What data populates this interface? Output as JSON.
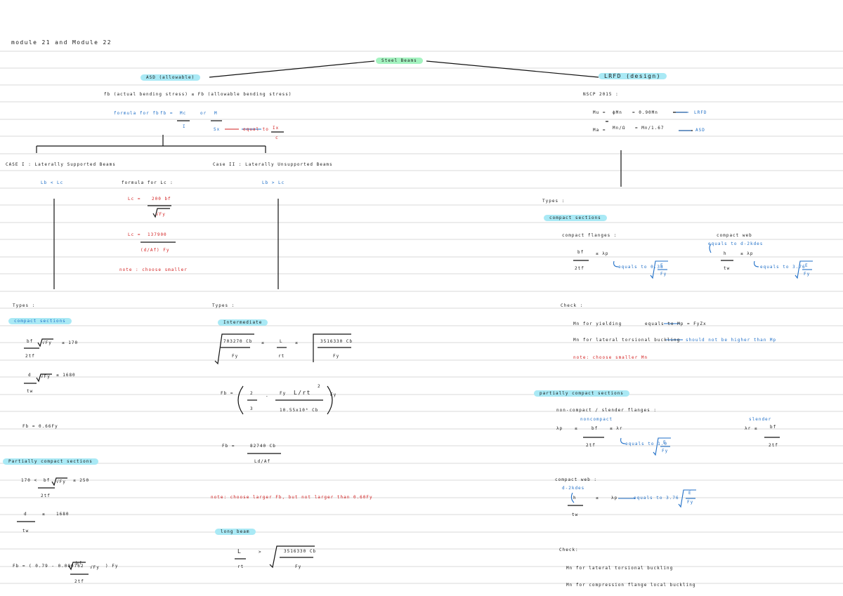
{
  "header": {
    "title": "module 21 and Module 22"
  },
  "center": {
    "topic": "Steel Beams"
  },
  "asd": {
    "label": "ASD (allowable)",
    "fb_def": "fb (actual bending stress) ≤ Fb (allowable bending stress)",
    "formula_label": "formula for fb",
    "fb": "fb =",
    "mc": "Mc",
    "i": "I",
    "or": "or",
    "m": "M",
    "sx": "Sx",
    "equals_to": "equal to",
    "ix": "Ix",
    "c": "c",
    "case1": "CASE I : Laterally Supported Beams",
    "case2": "Case II : Laterally Unsupported Beams",
    "lb_lc": "Lb < Lc",
    "lb_gt_lc": "Lb > Lc",
    "formula_lc": "formula for Lc :",
    "lc1_lhs": "Lc =",
    "lc1_num": "200 bf",
    "lc1_den": "√Fy",
    "lc2_lhs": "Lc =",
    "lc2_num": "137900",
    "lc2_den": "(d/Af) Fy",
    "note_smaller": "note : choose smaller",
    "types": "Types :",
    "compact_sections": "compact sections",
    "c1_num": "bf",
    "c1_mid": "√Fy",
    "c1_rel": "≤ 170",
    "c1_den": "2tf",
    "c2_num": "d",
    "c2_mid": "√Fy",
    "c2_rel": "≤ 1680",
    "c2_den": "tw",
    "fb_066": "Fb = 0.66Fy",
    "partially_compact": "Partially compact sections",
    "p1_lhs": "170 <",
    "p1_num": "bf",
    "p1_mid": "√Fy",
    "p1_rel": "≤ 250",
    "p1_den": "2tf",
    "p2_num": "d",
    "p2_rel": "≤",
    "p2_val": "1680",
    "p2_den": "tw",
    "fb_partial": "Fb = ( 0.79 - 0.000762",
    "fb_partial_bf": "bf",
    "fb_partial_fy": "√Fy",
    "fb_partial_end": ") Fy",
    "fb_partial_den": "2tf",
    "types2": "Types :",
    "intermediate": "Intermediate",
    "int_a_num": "703270 Cb",
    "int_a_den": "Fy",
    "int_le": "≤",
    "int_L": "L",
    "int_rt": "rt",
    "int_b_num": "3516330 Cb",
    "int_b_den": "Fy",
    "fb_int_lhs": "Fb =",
    "fb_int_a": "2",
    "fb_int_3": "3",
    "fb_int_minus": "-",
    "fb_int_fy": "Fy",
    "fb_int_lrt": "L/rt",
    "fb_int_sq": "2",
    "fb_int_den": "10.55x10⁶ Cb",
    "fb_int_end": "Fy",
    "fb_long_lhs": "Fb =",
    "fb_long_num": "82740 Cb",
    "fb_long_den": "Ld/Af",
    "note_larger": "note: choose larger Fb, but not larger than 0.60Fy",
    "long_beam": "long beam",
    "long_L": "L",
    "long_rt": "rt",
    "long_gt": ">",
    "long_num": "3516330 Cb",
    "long_den": "Fy"
  },
  "lrfd": {
    "label": "LRFD (design)",
    "nscp": "NSCP 2015 :",
    "mu": "Mu =",
    "phi_mn": "ϕMn",
    "eq_090": "= 0.90Mn",
    "tag_lrfd": "LRFD",
    "ma": "Ma =",
    "mn_omega": "Mn/Ω",
    "eq_167": "= Mn/1.67",
    "tag_asd": "ASD",
    "types": "Types :",
    "compact_sections": "compact sections",
    "compact_flanges": "compact flanges :",
    "cf_num": "bf",
    "cf_rel": "≤ λp",
    "cf_den": "2tf",
    "cf_eq": "equals to 0.38",
    "cf_e": "E",
    "cf_fy": "Fy",
    "compact_web": "compact web",
    "cw_note": "equals to d-2kdes",
    "cw_num": "h",
    "cw_rel": "≤ λp",
    "cw_den": "tw",
    "cw_eq": "equals to 3.76",
    "cw_e": "E",
    "cw_fy": "Fy",
    "check": "Check :",
    "mn_yield": "Mn for yielding",
    "mn_yield_eq": "equals to Mp = FyZx",
    "mn_ltb": "Mn for lateral torsional buckling",
    "mn_ltb_eq": "should not be higher than Mp",
    "note_smaller": "note: choose smaller Mn",
    "partially_compact": "partially compact sections",
    "noncompact_title": "non-compact / slender flanges :",
    "noncompact": "noncompact",
    "nc_lp": "λp",
    "nc_le": "≤",
    "nc_num": "bf",
    "nc_le2": "≤ λr",
    "nc_den": "2tf",
    "nc_eq": "equals to 1.0",
    "nc_e": "E",
    "nc_fy": "Fy",
    "slender": "slender",
    "sl_lr": "λr ≤",
    "sl_num": "bf",
    "sl_den": "2tf",
    "compact_web2": "compact web :",
    "cw2_note": "d-2kdes",
    "cw2_num": "h",
    "cw2_rel": "≤",
    "cw2_lp": "λp",
    "cw2_eq": "equals to 3.76",
    "cw2_e": "E",
    "cw2_fy": "Fy",
    "cw2_den": "tw",
    "check2": "Check:",
    "mn_ltb2": "Mn for lateral torsional buckling",
    "mn_flb": "Mn for compression flange local buckling"
  }
}
